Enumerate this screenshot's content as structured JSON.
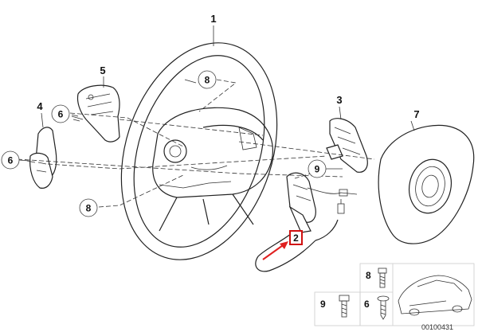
{
  "callouts": {
    "steering_wheel": "1",
    "cable_harness": "2",
    "switch_right": "3",
    "paddle_left": "4",
    "bracket": "5",
    "screw_6a": "6",
    "screw_6b": "6",
    "airbag": "7",
    "screw_8a": "8",
    "screw_8b": "8",
    "connector_9": "9"
  },
  "hardware_box": {
    "bolt_8": "8",
    "screw_9": "9",
    "screw_6": "6"
  },
  "diagram_ref": "00100431",
  "colors": {
    "line": "#222222",
    "highlight_arrow": "#e02020",
    "highlight_box": "#d01010"
  }
}
